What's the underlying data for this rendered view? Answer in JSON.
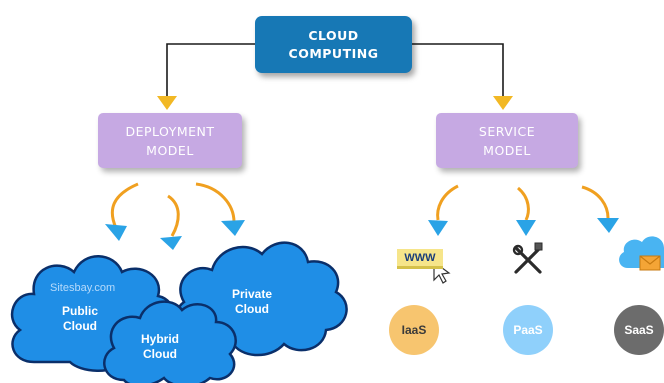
{
  "root": {
    "line1": "CLOUD",
    "line2": "COMPUTING"
  },
  "deployment": {
    "line1": "DEPLOYMENT",
    "line2": "MODEL"
  },
  "service": {
    "line1": "SERVICE",
    "line2": "MODEL"
  },
  "clouds": {
    "watermark": "Sitesbay.com",
    "public": {
      "line1": "Public",
      "line2": "Cloud"
    },
    "hybrid": {
      "line1": "Hybrid",
      "line2": "Cloud"
    },
    "private": {
      "line1": "Private",
      "line2": "Cloud"
    }
  },
  "services": {
    "www_icon_text": "WWW",
    "iaas": "IaaS",
    "paas": "PaaS",
    "saas": "SaaS"
  },
  "icons": [
    "www-icon",
    "tools-icon",
    "cloud-mail-icon"
  ],
  "colors": {
    "root_box": "#1778b5",
    "model_box": "#c6a9e3",
    "connector": "#1a1a1a",
    "arrow_head_top": "#f2b824",
    "curve_arrow": "#f0a020",
    "curve_head": "#2aa3e6",
    "cloud_fill": "#1f8ee6",
    "cloud_stroke": "#0a2f6a",
    "iaas": "#f7c56f",
    "paas": "#8fd0fb",
    "saas": "#6c6c6c"
  }
}
